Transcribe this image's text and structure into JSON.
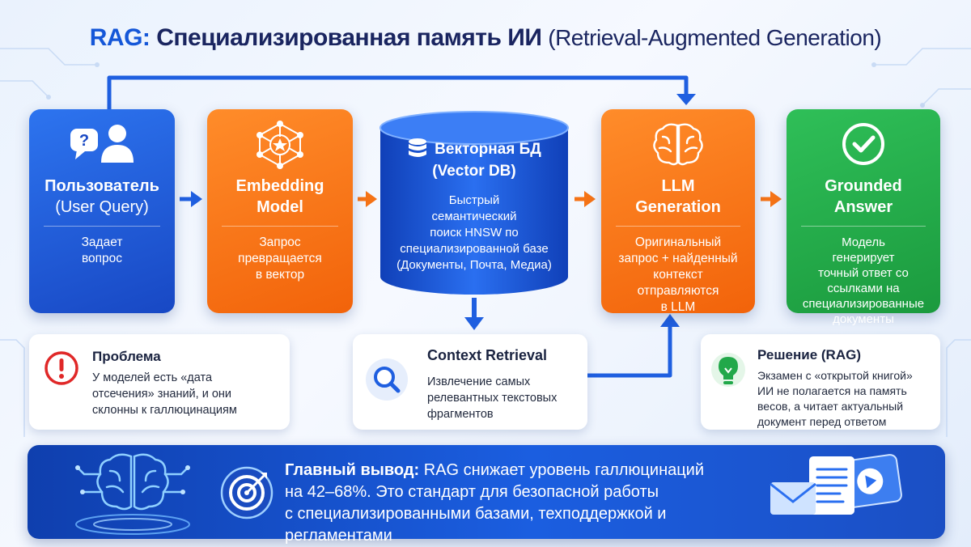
{
  "title": {
    "accent": "RAG:",
    "main": "Специализированная память ИИ",
    "sub": "(Retrieval-Augmented Generation)"
  },
  "steps": {
    "user": {
      "head_l1": "Пользователь",
      "head_l2": "(User Query)",
      "body": [
        "Задает",
        "вопрос"
      ]
    },
    "embedding": {
      "head_l1": "Embedding",
      "head_l2": "Model",
      "body": [
        "Запрос",
        "превращается",
        "в вектор"
      ]
    },
    "vectordb": {
      "head_l1": "Векторная БД",
      "head_l2": "(Vector DB)",
      "body": [
        "Быстрый",
        "семантический",
        "поиск HNSW по",
        "специализированной базе",
        "(Документы, Почта, Медиа)"
      ]
    },
    "llm": {
      "head_l1": "LLM",
      "head_l2": "Generation",
      "body": [
        "Оригинальный",
        "запрос + найденный",
        "контекст",
        "отправляются",
        "в LLM"
      ]
    },
    "answer": {
      "head_l1": "Grounded",
      "head_l2": "Answer",
      "body": [
        "Модель",
        "генерирует",
        "точный ответ со",
        "ссылками на",
        "специализированные",
        "документы"
      ]
    }
  },
  "problem": {
    "head": "Проблема",
    "text": [
      "У моделей есть «дата",
      "отсечения» знаний, и они",
      "склонны к галлюцинациям"
    ]
  },
  "context": {
    "head": "Context Retrieval",
    "text": [
      "Извлечение самых",
      "релевантных текстовых",
      "фрагментов"
    ]
  },
  "solution": {
    "head": "Решение (RAG)",
    "text": [
      "Экзамен с «открытой книгой»",
      "ИИ не полагается на память",
      "весов, а читает актуальный",
      "документ перед ответом"
    ]
  },
  "conclusion": {
    "label": "Главный вывод:",
    "line1": " RAG снижает уровень галлюцинаций",
    "line2": "на 42–68%. Это стандарт для безопасной работы",
    "line3": "с специализированными базами, техподдержкой и регламентами"
  },
  "colors": {
    "blue": "#1f5fe0",
    "orange": "#f57316",
    "green": "#22a84a",
    "navy": "#1a2560",
    "red": "#e02828"
  }
}
